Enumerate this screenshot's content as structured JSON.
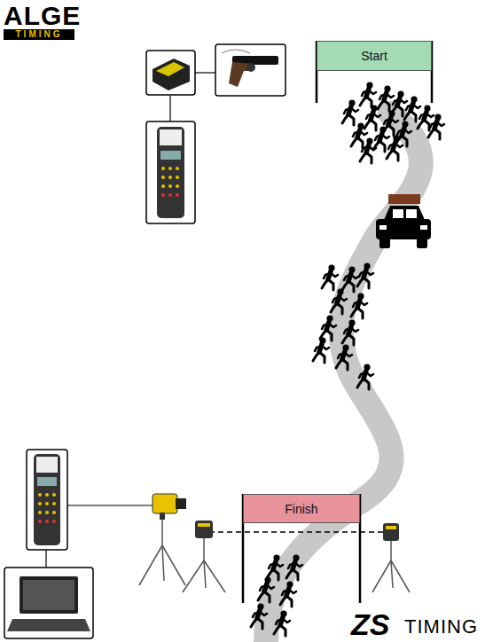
{
  "diagram": {
    "nodes": [
      {
        "text": [
          "Start"
        ]
      },
      {
        "text": [
          "Finish"
        ]
      }
    ],
    "labels": [
      "ALGE",
      "TIMING",
      "ZS",
      "TIMING"
    ]
  }
}
